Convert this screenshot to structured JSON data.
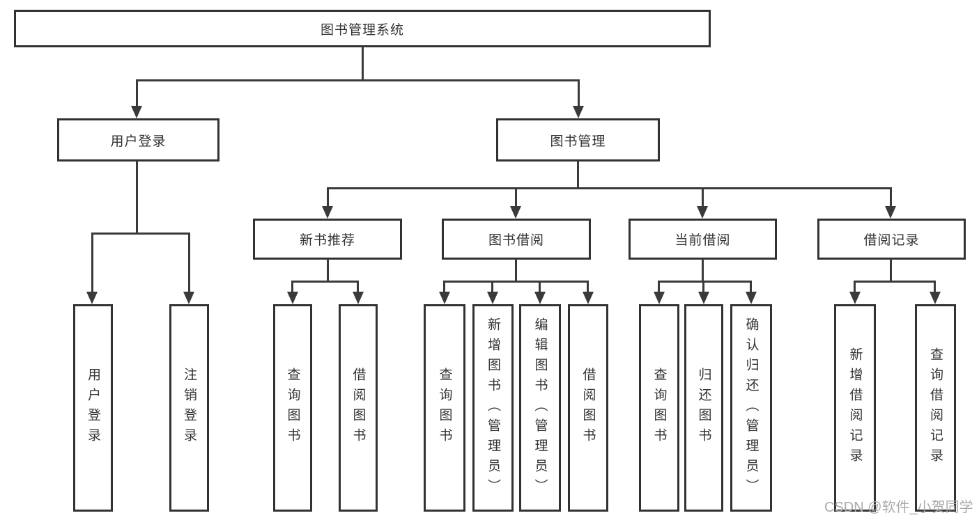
{
  "diagram": {
    "title": "图书管理系统",
    "watermark": "CSDN @软件_小贺同学",
    "colors": {
      "line": "#3a3a3a",
      "border": "#323232",
      "text": "#333333",
      "box_background": "#ffffff",
      "watermark": "#aaaaaa",
      "background": "#ffffff"
    },
    "tree": {
      "label": "图书管理系统",
      "children": [
        {
          "label": "用户登录",
          "children": [
            {
              "label": "用户登录"
            },
            {
              "label": "注销登录"
            }
          ]
        },
        {
          "label": "图书管理",
          "children": [
            {
              "label": "新书推荐",
              "children": [
                {
                  "label": "查询图书"
                },
                {
                  "label": "借阅图书"
                }
              ]
            },
            {
              "label": "图书借阅",
              "children": [
                {
                  "label": "查询图书"
                },
                {
                  "label": "新增图书（管理员）"
                },
                {
                  "label": "编辑图书（管理员）"
                },
                {
                  "label": "借阅图书"
                }
              ]
            },
            {
              "label": "当前借阅",
              "children": [
                {
                  "label": "查询图书"
                },
                {
                  "label": "归还图书"
                },
                {
                  "label": "确认归还（管理员）"
                }
              ]
            },
            {
              "label": "借阅记录",
              "children": [
                {
                  "label": "新增借阅记录"
                },
                {
                  "label": "查询借阅记录"
                }
              ]
            }
          ]
        }
      ]
    }
  }
}
